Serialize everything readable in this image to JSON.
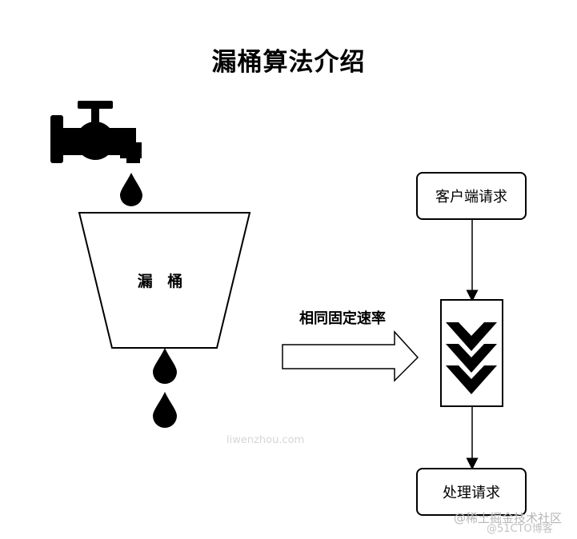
{
  "title": "漏桶算法介绍",
  "bucket_label": "漏 桶",
  "rate_label": "相同固定速率",
  "client_request": "客户端请求",
  "process_request": "处理请求",
  "icons": [
    "faucet-icon",
    "water-drop-icon",
    "arrow-right-icon",
    "chevron-down-icon"
  ],
  "watermarks": {
    "center": "liwenzhou.com",
    "bottom1": "@稀土掘金技术社区",
    "bottom2": "@51CTO博客"
  }
}
